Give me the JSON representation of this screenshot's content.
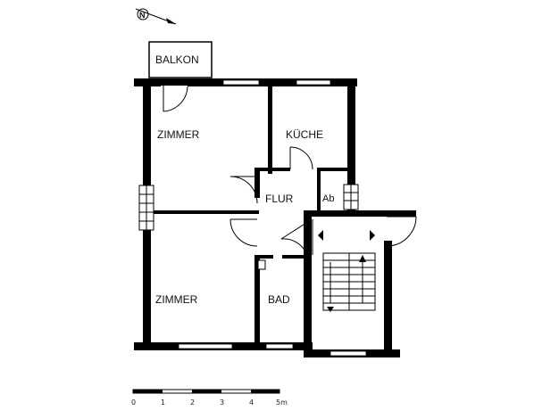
{
  "rooms": {
    "balcony": "BALKON",
    "room_upper": "ZIMMER",
    "kitchen": "KÜCHE",
    "hall": "FLUR",
    "storage": "Ab",
    "room_lower": "ZIMMER",
    "bath": "BAD"
  },
  "compass": {
    "symbol": "N"
  },
  "scale": {
    "labels": [
      "0",
      "1",
      "2",
      "3",
      "4",
      "5m"
    ]
  },
  "colors": {
    "wall": "#000000",
    "background": "#ffffff",
    "window": "#ffffff"
  }
}
